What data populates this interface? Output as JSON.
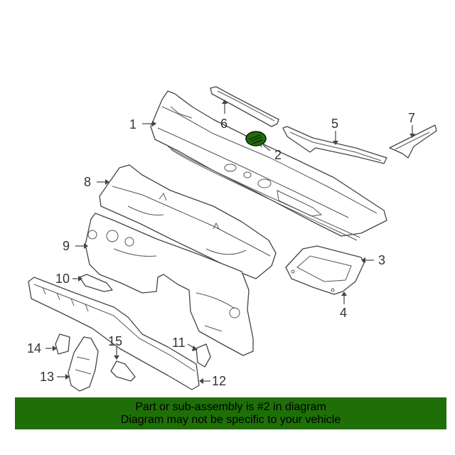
{
  "diagram": {
    "callouts": [
      {
        "id": "1",
        "label": "1"
      },
      {
        "id": "2",
        "label": "2"
      },
      {
        "id": "3",
        "label": "3"
      },
      {
        "id": "4",
        "label": "4"
      },
      {
        "id": "5",
        "label": "5"
      },
      {
        "id": "6",
        "label": "6"
      },
      {
        "id": "7",
        "label": "7"
      },
      {
        "id": "8",
        "label": "8"
      },
      {
        "id": "9",
        "label": "9"
      },
      {
        "id": "10",
        "label": "10"
      },
      {
        "id": "11",
        "label": "11"
      },
      {
        "id": "12",
        "label": "12"
      },
      {
        "id": "13",
        "label": "13"
      },
      {
        "id": "14",
        "label": "14"
      },
      {
        "id": "15",
        "label": "15"
      }
    ],
    "highlighted_part": "2",
    "highlight_color": "#1e6f08"
  },
  "banner": {
    "line1": "Part or sub-assembly is #2 in diagram",
    "line2": "Diagram may not be specific to your vehicle",
    "background": "#1e6f08"
  }
}
